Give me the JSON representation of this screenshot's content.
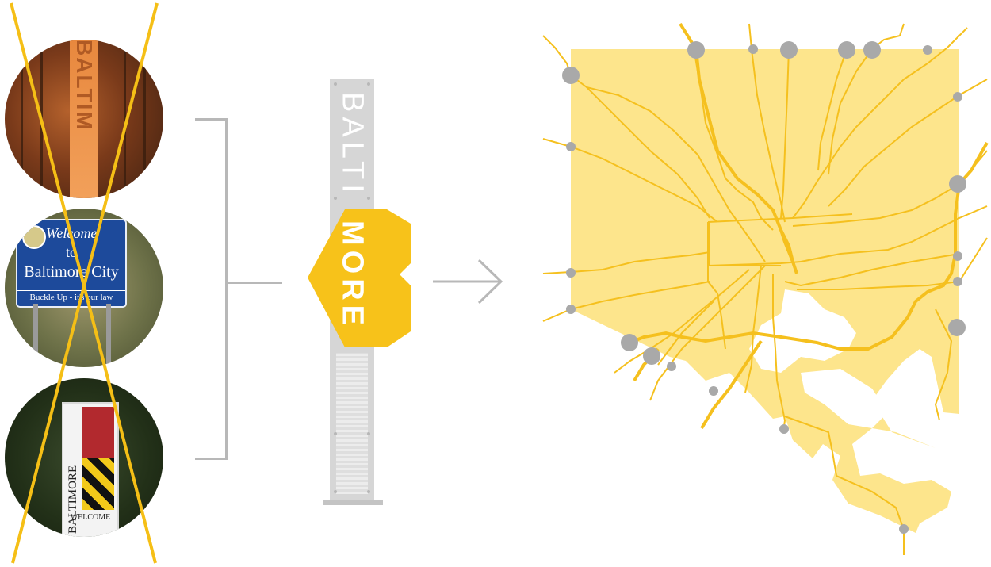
{
  "photos": {
    "sign1": {
      "text": "BALTIM"
    },
    "sign2": {
      "welcome": "Welcome",
      "to": "to",
      "city": "Baltimore City",
      "law": "Buckle Up - it's our law"
    },
    "sign3": {
      "side_text": "BALTIMORE",
      "bottom_text": "WELCOME"
    }
  },
  "monument": {
    "top_text": "BALTI",
    "bottom_text": "MORE"
  },
  "colors": {
    "accent_yellow": "#f7c21a",
    "map_fill": "#fde58c",
    "road": "#f5c01e",
    "node": "#a9a9a9",
    "gray_line": "#b8b8b8"
  },
  "icons": {
    "arrow": "arrow-right-icon",
    "cross": "x-cross-icon"
  }
}
